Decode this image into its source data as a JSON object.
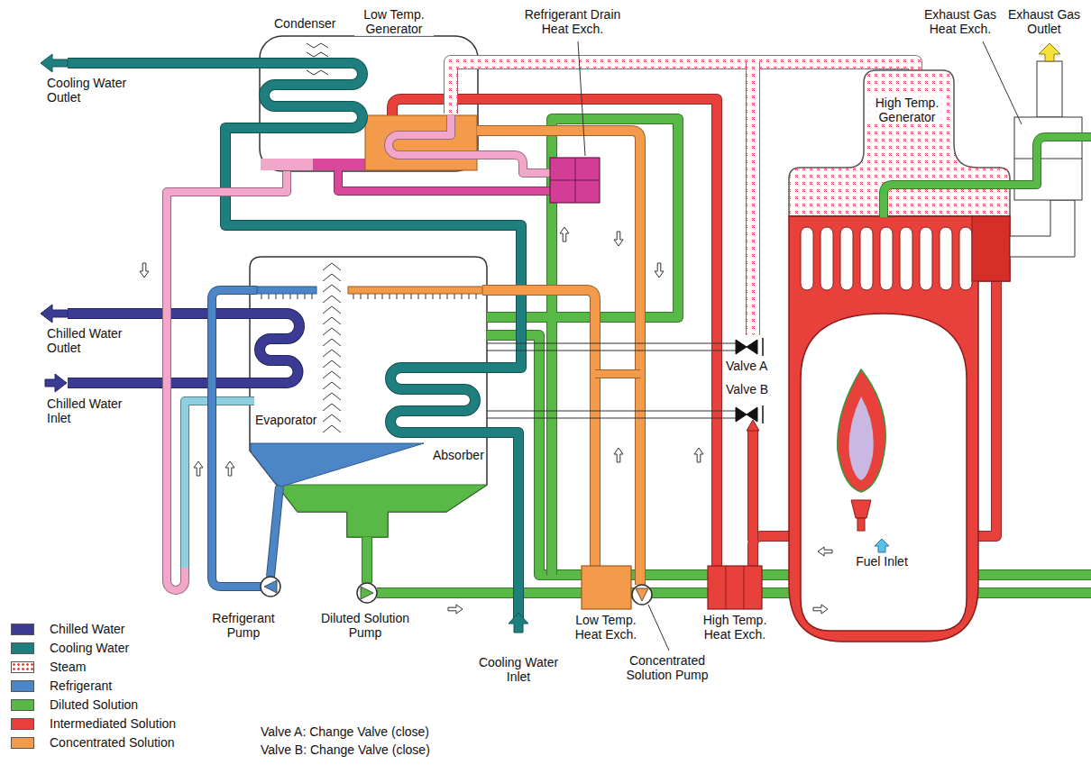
{
  "diagram": {
    "labels": [
      "Condenser",
      "Low Temp. Generator",
      "Refrigerant Drain Heat Exch.",
      "Exhaust Gas Heat Exch.",
      "Exhaust Gas Outlet",
      "High Temp. Generator",
      "Cooling Water Outlet",
      "Chilled Water Outlet",
      "Chilled Water Inlet",
      "Evaporator",
      "Absorber",
      "Valve A",
      "Valve B",
      "Refrigerant Pump",
      "Diluted Solution Pump",
      "Cooling Water Inlet",
      "Low Temp. Heat Exch.",
      "Concentrated Solution Pump",
      "High Temp. Heat Exch.",
      "Fuel Inlet",
      "Valve A: Change Valve (close)",
      "Valve B: Change Valve (close)"
    ],
    "legend": [
      {
        "text": "Chilled Water",
        "color": "#3b3b94"
      },
      {
        "text": "Cooling Water",
        "color": "#1f7f7f"
      },
      {
        "text": "Steam"
      },
      {
        "text": "Refrigerant",
        "color": "#4d86c6"
      },
      {
        "text": "Diluted Solution",
        "color": "#58b947"
      },
      {
        "text": "Intermediated Solution",
        "color": "#e8413c"
      },
      {
        "text": "Concentrated Solution",
        "color": "#f39a4b"
      }
    ]
  }
}
